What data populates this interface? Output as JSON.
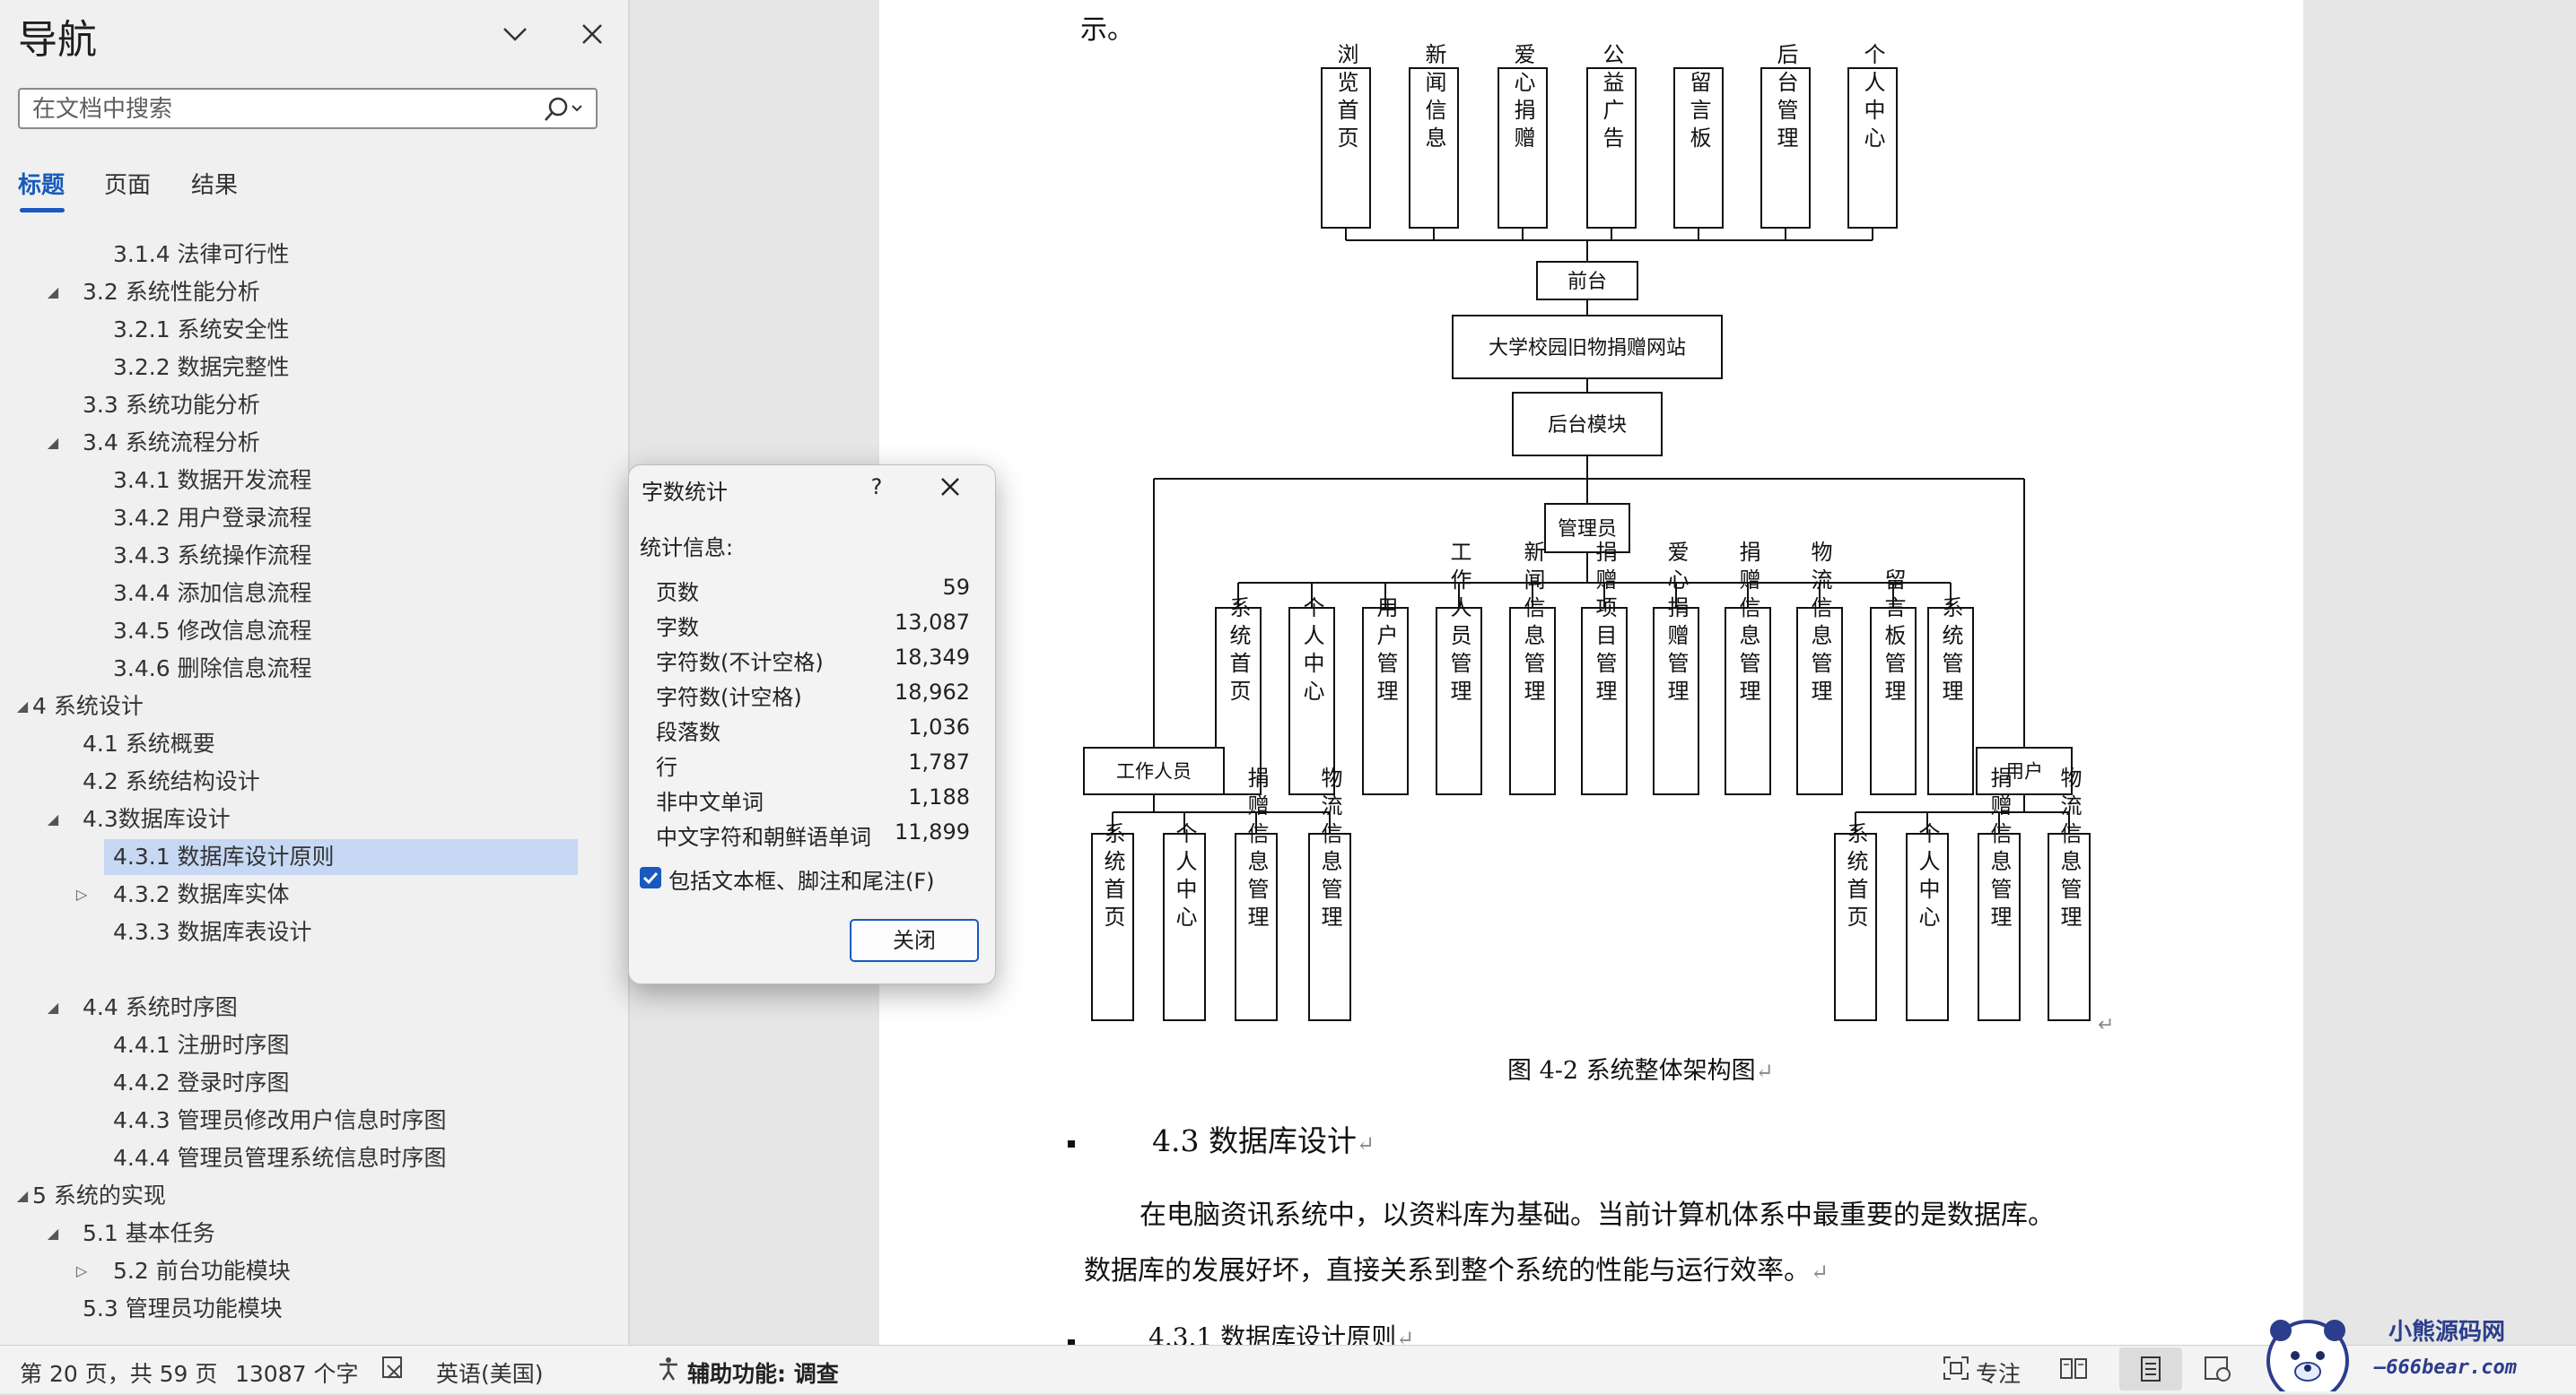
{
  "nav": {
    "title": "导航",
    "search_placeholder": "在文档中搜索",
    "tabs": [
      "标题",
      "页面",
      "结果"
    ],
    "tree": [
      {
        "label": "3.1.4 法律可行性",
        "level": 3
      },
      {
        "label": "3.2 系统性能分析",
        "level": 2,
        "arrow": "expanded"
      },
      {
        "label": "3.2.1 系统安全性",
        "level": 3
      },
      {
        "label": "3.2.2 数据完整性",
        "level": 3
      },
      {
        "label": "3.3 系统功能分析",
        "level": 2
      },
      {
        "label": "3.4 系统流程分析",
        "level": 2,
        "arrow": "expanded"
      },
      {
        "label": "3.4.1 数据开发流程",
        "level": 3
      },
      {
        "label": "3.4.2 用户登录流程",
        "level": 3
      },
      {
        "label": "3.4.3 系统操作流程",
        "level": 3
      },
      {
        "label": "3.4.4 添加信息流程",
        "level": 3
      },
      {
        "label": "3.4.5 修改信息流程",
        "level": 3
      },
      {
        "label": "3.4.6 删除信息流程",
        "level": 3
      },
      {
        "label": "4 系统设计",
        "level": 1,
        "arrow": "expanded"
      },
      {
        "label": "4.1 系统概要",
        "level": 2
      },
      {
        "label": "4.2 系统结构设计",
        "level": 2
      },
      {
        "label": "4.3数据库设计",
        "level": 2,
        "arrow": "expanded"
      },
      {
        "label": "4.3.1 数据库设计原则",
        "level": 3,
        "selected": true
      },
      {
        "label": "4.3.2 数据库实体",
        "level": 3,
        "arrow": "collapsed"
      },
      {
        "label": "4.3.3 数据库表设计",
        "level": 3
      },
      {
        "label": "",
        "level": 3
      },
      {
        "label": "4.4 系统时序图",
        "level": 2,
        "arrow": "expanded"
      },
      {
        "label": "4.4.1 注册时序图",
        "level": 3
      },
      {
        "label": "4.4.2 登录时序图",
        "level": 3
      },
      {
        "label": "4.4.3 管理员修改用户信息时序图",
        "level": 3
      },
      {
        "label": "4.4.4 管理员管理系统信息时序图",
        "level": 3
      },
      {
        "label": "5 系统的实现",
        "level": 1,
        "arrow": "expanded"
      },
      {
        "label": "5.1 基本任务",
        "level": 2,
        "arrow": "expanded"
      },
      {
        "label": "5.2 前台功能模块",
        "level": 3,
        "arrow": "collapsed"
      },
      {
        "label": "5.3 管理员功能模块",
        "level": 2
      }
    ]
  },
  "doc": {
    "top_text": "示。",
    "diagram": {
      "front_modules": [
        "浏览首页",
        "新闻信息",
        "爱心捐赠",
        "公益广告",
        "留言板",
        "后台管理",
        "个人中心"
      ],
      "front_label": "前台",
      "site_label": "大学校园旧物捐赠网站",
      "backend_label": "后台模块",
      "admin_label": "管理员",
      "admin_modules": [
        "系统首页",
        "个人中心",
        "用户管理",
        "工作人员管理",
        "新闻信息管理",
        "捐赠项目管理",
        "爱心捐赠管理",
        "捐赠信息管理",
        "物流信息管理",
        "留言板管理",
        "系统管理"
      ],
      "staff_label": "工作人员",
      "staff_modules": [
        "系统首页",
        "个人中心",
        "捐赠信息管理",
        "物流信息管理"
      ],
      "user_label": "用户",
      "user_modules": [
        "系统首页",
        "个人中心",
        "捐赠信息管理",
        "物流信息管理"
      ]
    },
    "figure_caption": "图 4-2  系统整体架构图",
    "section_heading": "4.3 数据库设计",
    "paragraph_line1": "在电脑资讯系统中，以资料库为基础。当前计算机体系中最重要的是数据库。",
    "paragraph_line2": "数据库的发展好坏，直接关系到整个系统的性能与运行效率。",
    "subsection_heading": "4.3.1  数据库设计原则"
  },
  "dialog": {
    "title": "字数统计",
    "help": "?",
    "stats_label": "统计信息:",
    "stats": [
      {
        "label": "页数",
        "value": "59"
      },
      {
        "label": "字数",
        "value": "13,087"
      },
      {
        "label": "字符数(不计空格)",
        "value": "18,349"
      },
      {
        "label": "字符数(计空格)",
        "value": "18,962"
      },
      {
        "label": "段落数",
        "value": "1,036"
      },
      {
        "label": "行",
        "value": "1,787"
      },
      {
        "label": "非中文单词",
        "value": "1,188"
      },
      {
        "label": "中文字符和朝鲜语单词",
        "value": "11,899"
      }
    ],
    "include_label": "包括文本框、脚注和尾注(F)",
    "include_checked": true,
    "close_label": "关闭"
  },
  "status": {
    "page": "第 20 页，共 59 页",
    "words": "13087 个字",
    "language": "英语(美国)",
    "accessibility": "辅助功能: 调查",
    "focus": "专注"
  },
  "watermark": {
    "line1": "小熊源码网",
    "line2": "—666bear.com"
  },
  "colors": {
    "accent": "#185abd",
    "selected": "#c6d8f3"
  }
}
